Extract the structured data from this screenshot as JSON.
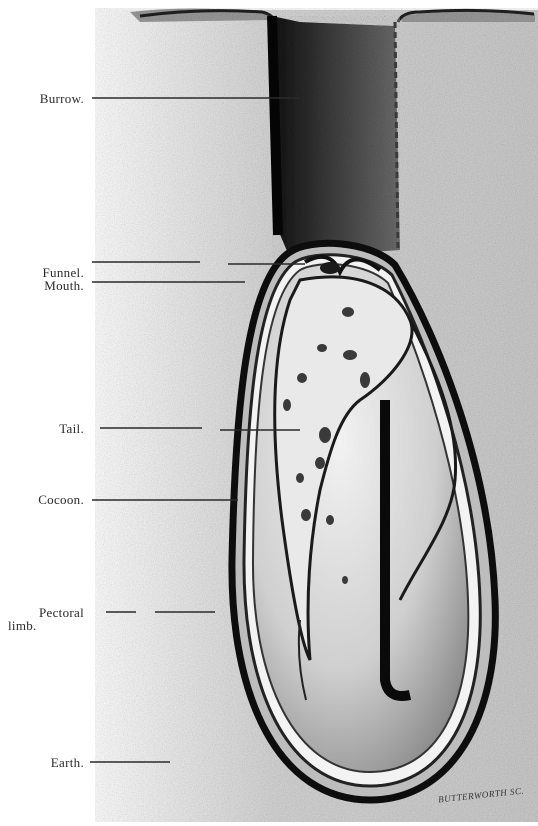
{
  "labels": {
    "burrow": "Burrow.",
    "funnel": "Funnel.",
    "mouth": "Mouth.",
    "tail": "Tail.",
    "cocoon": "Cocoon.",
    "pectoral_line1": "Pectoral",
    "pectoral_line2": "limb.",
    "earth": "Earth."
  },
  "signature": "BUTTERWORTH SC.",
  "colors": {
    "background": "#ffffff",
    "earth_tone": "#d9d9d9",
    "burrow_dark": "#2b2b2b",
    "ink": "#1a1a1a"
  }
}
